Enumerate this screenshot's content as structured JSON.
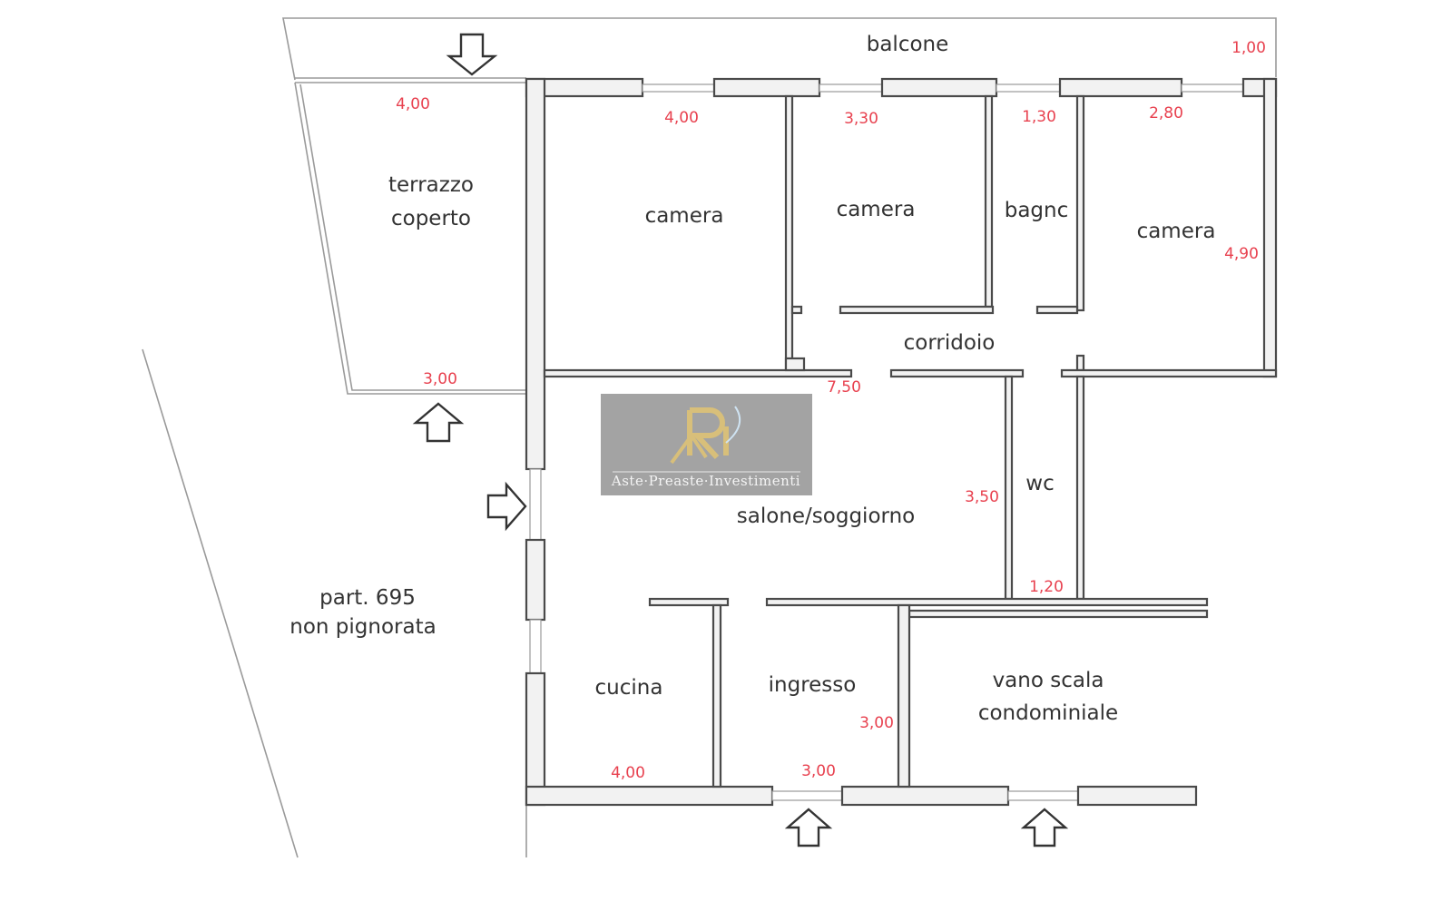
{
  "rooms": {
    "balcone": "balcone",
    "terrazzo_line1": "terrazzo",
    "terrazzo_line2": "coperto",
    "camera1": "camera",
    "camera2": "camera",
    "bagno": "bagnc",
    "camera3": "camera",
    "corridoio": "corridoio",
    "salone": "salone/soggiorno",
    "wc": "wc",
    "cucina": "cucina",
    "ingresso": "ingresso",
    "vano_line1": "vano scala",
    "vano_line2": "condominiale",
    "part_line1": "part. 695",
    "part_line2": "non pignorata"
  },
  "dimensions": {
    "balcone": "1,00",
    "terrazzo_top": "4,00",
    "terrazzo_bottom": "3,00",
    "camera1": "4,00",
    "camera2": "3,30",
    "bagno": "1,30",
    "camera3_width": "2,80",
    "camera3_height": "4,90",
    "salone_width": "7,50",
    "salone_height": "3,50",
    "wc": "1,20",
    "cucina": "4,00",
    "ingresso_width": "3,00",
    "ingresso_height": "3,00"
  },
  "watermark": {
    "text": "Aste·Preaste·Investimenti",
    "logo": "RI"
  },
  "colors": {
    "dimension": "#e8414f",
    "wall": "#4a4a4a"
  }
}
